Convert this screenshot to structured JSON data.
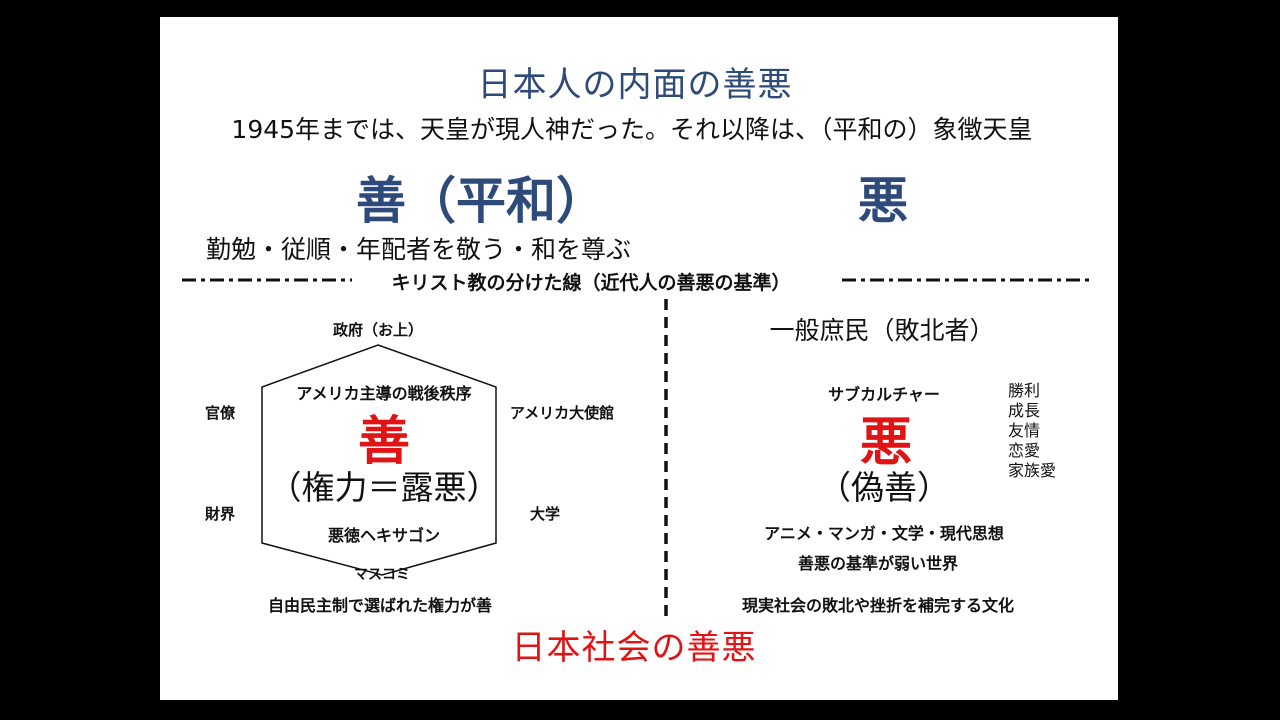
{
  "slide": {
    "title": "日本人の内面の善悪",
    "subtitle": "1945年までは、天皇が現人神だった。それ以降は、（平和の）象徴天皇",
    "good_heading": "善（平和）",
    "evil_heading": "悪",
    "virtues": "勤勉・従順・年配者を敬う・和を尊ぶ",
    "divider_label": "キリスト教の分けた線（近代人の善悪の基準）",
    "bottom_title": "日本社会の善悪"
  },
  "left": {
    "top_vertex": "政府（お上）",
    "order_label": "アメリカ主導の戦後秩序",
    "big_good": "善",
    "power_label": "（権力＝露悪）",
    "hexagon_label": "悪徳ヘキサゴン",
    "bottom_vertex": "マスコミ",
    "left_upper": "官僚",
    "left_lower": "財界",
    "right_upper": "アメリカ大使館",
    "right_lower": "大学",
    "caption": "自由民主制で選ばれた権力が善"
  },
  "right": {
    "people_label": "一般庶民（敗北者）",
    "subculture": "サブカルチャー",
    "big_evil": "悪",
    "hypocrisy": "（偽善）",
    "values": [
      "勝利",
      "成長",
      "友情",
      "恋愛",
      "家族愛"
    ],
    "culture_line": "アニメ・マンガ・文学・現代思想",
    "weak_world": "善悪の基準が弱い世界",
    "caption": "現実社会の敗北や挫折を補完する文化"
  },
  "colors": {
    "navy": "#2e4a7a",
    "red": "#e01414",
    "black": "#111111",
    "background": "#ffffff",
    "frame": "#000000"
  }
}
